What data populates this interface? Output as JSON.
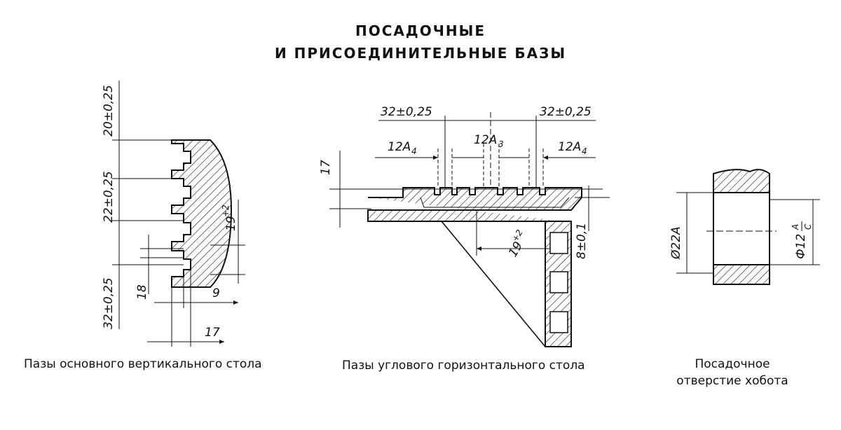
{
  "title": {
    "line1": "ПОСАДОЧНЫЕ",
    "line2": "И ПРИСОЕДИНИТЕЛЬНЫЕ БАЗЫ"
  },
  "captions": {
    "vertical_table": "Пазы основного вертикального стола",
    "angular_table": "Пазы углового горизонтального стола",
    "arm_bore_line1": "Посадочное",
    "arm_bore_line2": "отверстие хобота"
  },
  "dimensions": {
    "vertical": {
      "d1": "20±0,25",
      "d2": "22±0,25",
      "d3": "32±0,25",
      "d4": "18",
      "d5": "9",
      "d6": "17",
      "d7_base": "19",
      "d7_sup": "+2"
    },
    "angular": {
      "d1": "32±0,25",
      "d2": "32±0,25",
      "d3_base": "12A",
      "d3_sub": "4",
      "d4_base": "12A",
      "d4_sub": "3",
      "d5_base": "12A",
      "d5_sub": "4",
      "d6": "17",
      "d7_base": "19",
      "d7_sup": "+2",
      "d8": "8±0,1"
    },
    "bore": {
      "d1": "Ø22A",
      "d2_prefix": "Ф12",
      "d2_num": "A",
      "d2_den": "C"
    }
  }
}
